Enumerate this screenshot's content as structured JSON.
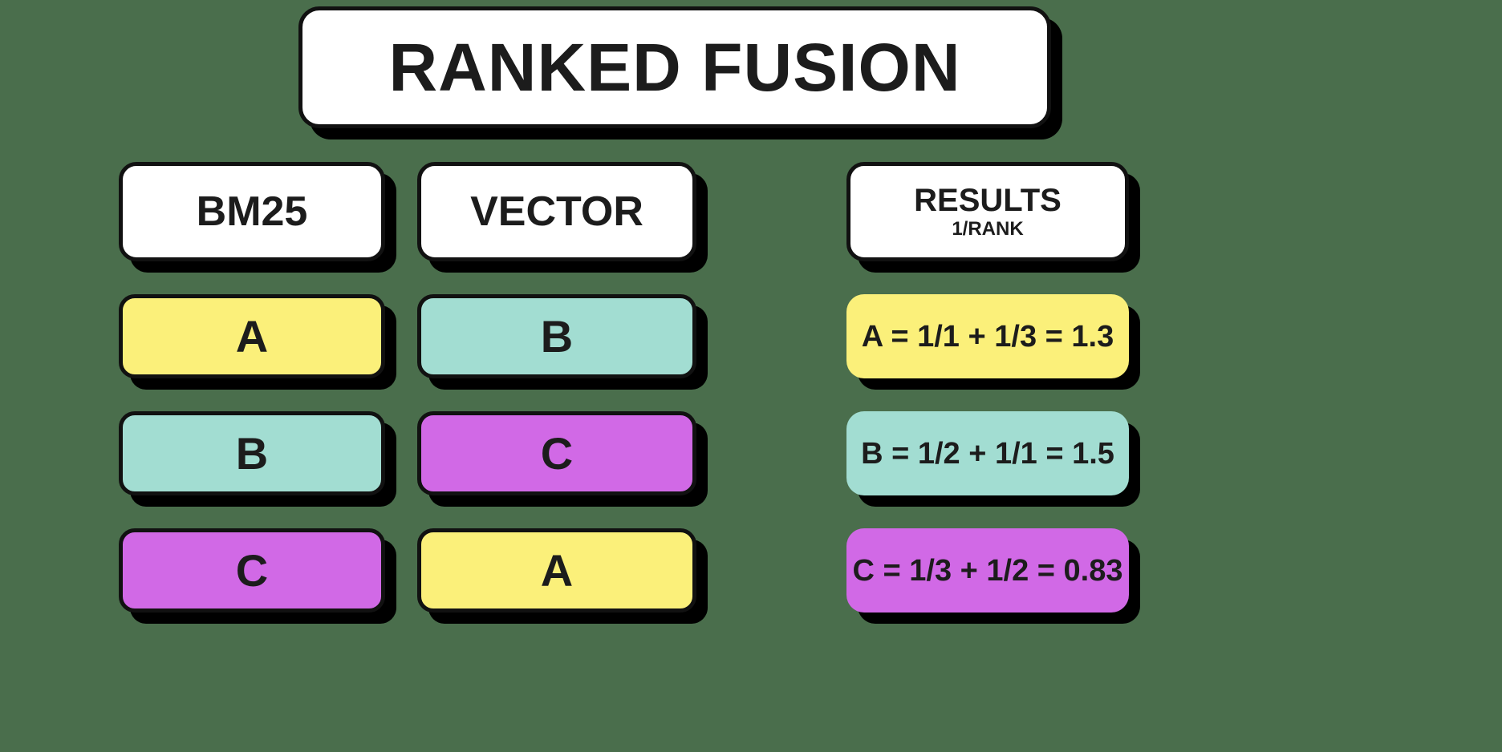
{
  "background_color": "#4a6e4c",
  "title": {
    "text": "RANKED FUSION"
  },
  "palette": {
    "yellow": "#FBF07A",
    "teal": "#A2DDD2",
    "purple": "#D169E6",
    "ink": "#1c1c1c",
    "card": "#ffffff",
    "shadow": "#000000"
  },
  "columns": [
    {
      "id": "bm25",
      "header": "BM25",
      "subheader": "",
      "cells": [
        {
          "label": "A",
          "color_key": "yellow"
        },
        {
          "label": "B",
          "color_key": "teal"
        },
        {
          "label": "C",
          "color_key": "purple"
        }
      ]
    },
    {
      "id": "vector",
      "header": "VECTOR",
      "subheader": "",
      "cells": [
        {
          "label": "B",
          "color_key": "teal"
        },
        {
          "label": "C",
          "color_key": "purple"
        },
        {
          "label": "A",
          "color_key": "yellow"
        }
      ]
    },
    {
      "id": "results",
      "header": "RESULTS",
      "subheader": "1/RANK",
      "cells": [
        {
          "label": "A = 1/1 + 1/3 = 1.3",
          "color_key": "yellow"
        },
        {
          "label": "B = 1/2 + 1/1 = 1.5",
          "color_key": "teal"
        },
        {
          "label": "C = 1/3 + 1/2 = 0.83",
          "color_key": "purple"
        }
      ]
    }
  ],
  "chart_data": {
    "type": "table",
    "title": "RANKED FUSION",
    "columns": [
      "BM25",
      "VECTOR",
      "RESULTS 1/RANK"
    ],
    "rows": [
      [
        "A",
        "B",
        "A = 1/1 + 1/3 = 1.3"
      ],
      [
        "B",
        "C",
        "B = 1/2 + 1/1 = 1.5"
      ],
      [
        "C",
        "A",
        "C = 1/3 + 1/2 = 0.83"
      ]
    ],
    "documents": [
      "A",
      "B",
      "C"
    ],
    "bm25_ranking": [
      "A",
      "B",
      "C"
    ],
    "vector_ranking": [
      "B",
      "C",
      "A"
    ],
    "reciprocal_rank_scores": [
      {
        "doc": "A",
        "bm25_rank": 1,
        "vector_rank": 3,
        "score": 1.3
      },
      {
        "doc": "B",
        "bm25_rank": 2,
        "vector_rank": 1,
        "score": 1.5
      },
      {
        "doc": "C",
        "bm25_rank": 3,
        "vector_rank": 2,
        "score": 0.83
      }
    ]
  }
}
